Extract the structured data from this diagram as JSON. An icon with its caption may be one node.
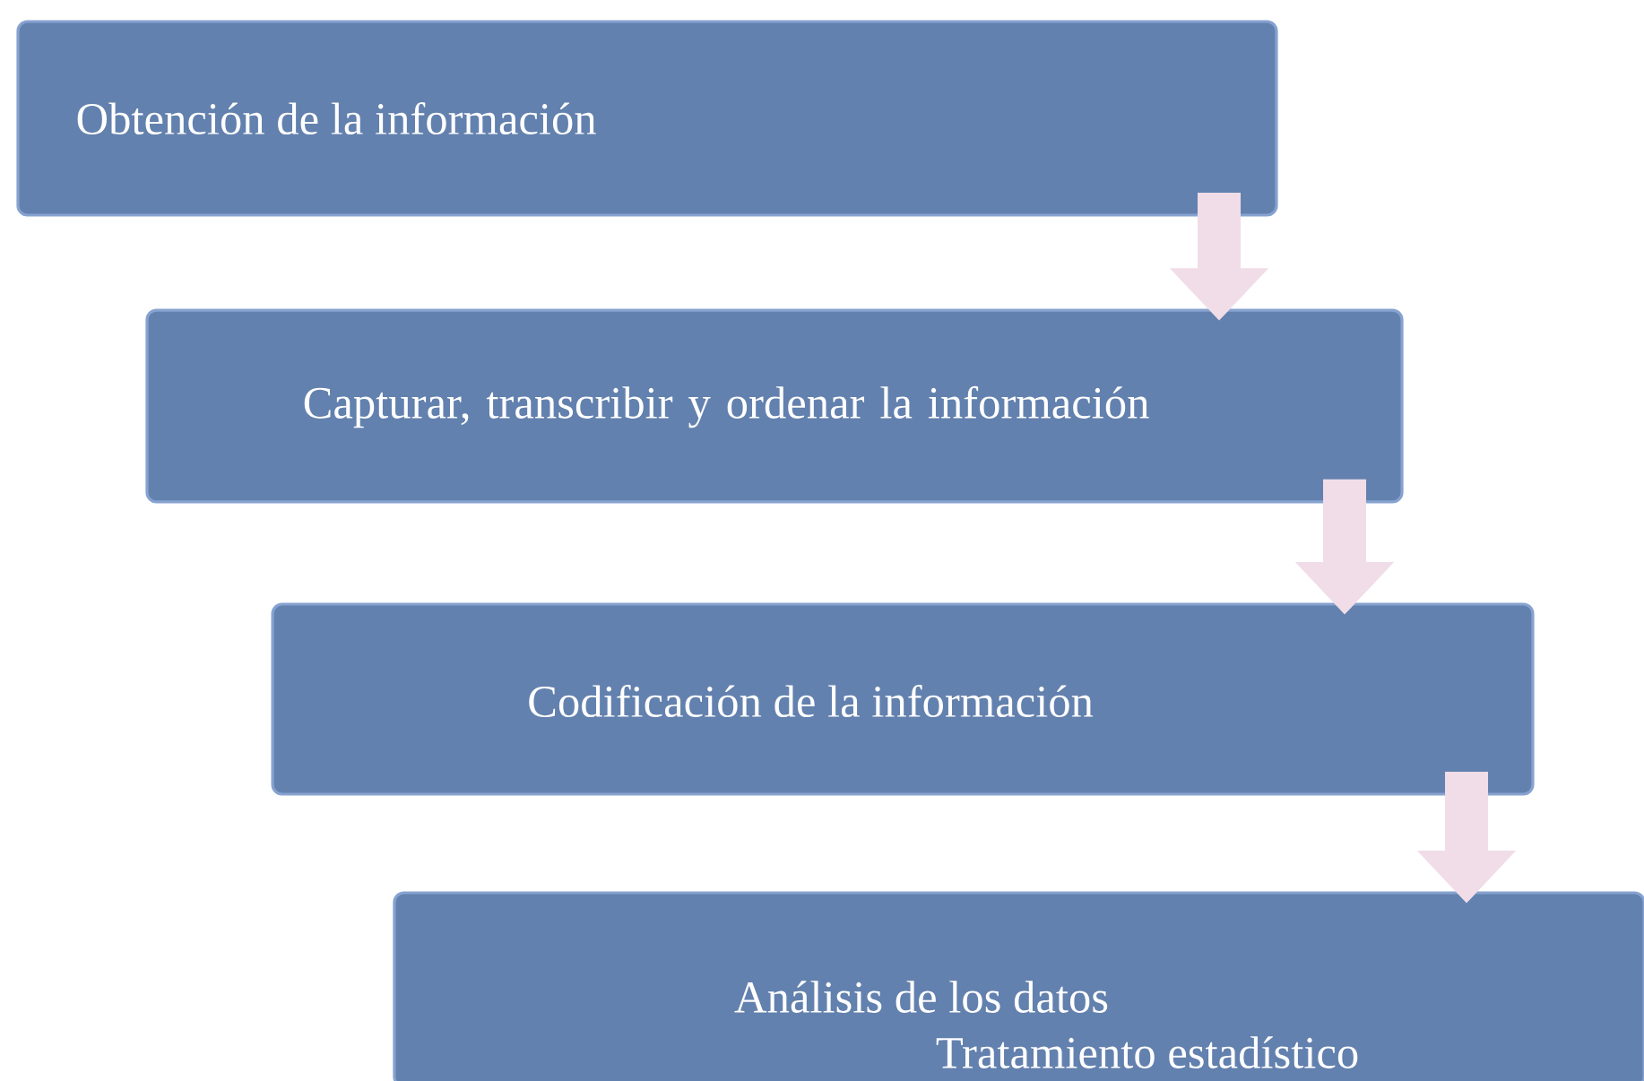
{
  "diagram": {
    "nodes": [
      {
        "text": [
          "Obtención de la información"
        ]
      },
      {
        "text": [
          "Capturar, transcribir y ordenar la información"
        ]
      },
      {
        "text": [
          "Codificación de la información"
        ]
      },
      {
        "text": [
          "Análisis de los datos",
          "Tratamiento estadístico"
        ]
      }
    ],
    "edges": [
      {
        "from": 0,
        "to": 1,
        "arrow": "to"
      },
      {
        "from": 1,
        "to": 2,
        "arrow": "to"
      },
      {
        "from": 2,
        "to": 3,
        "arrow": "to"
      }
    ]
  }
}
